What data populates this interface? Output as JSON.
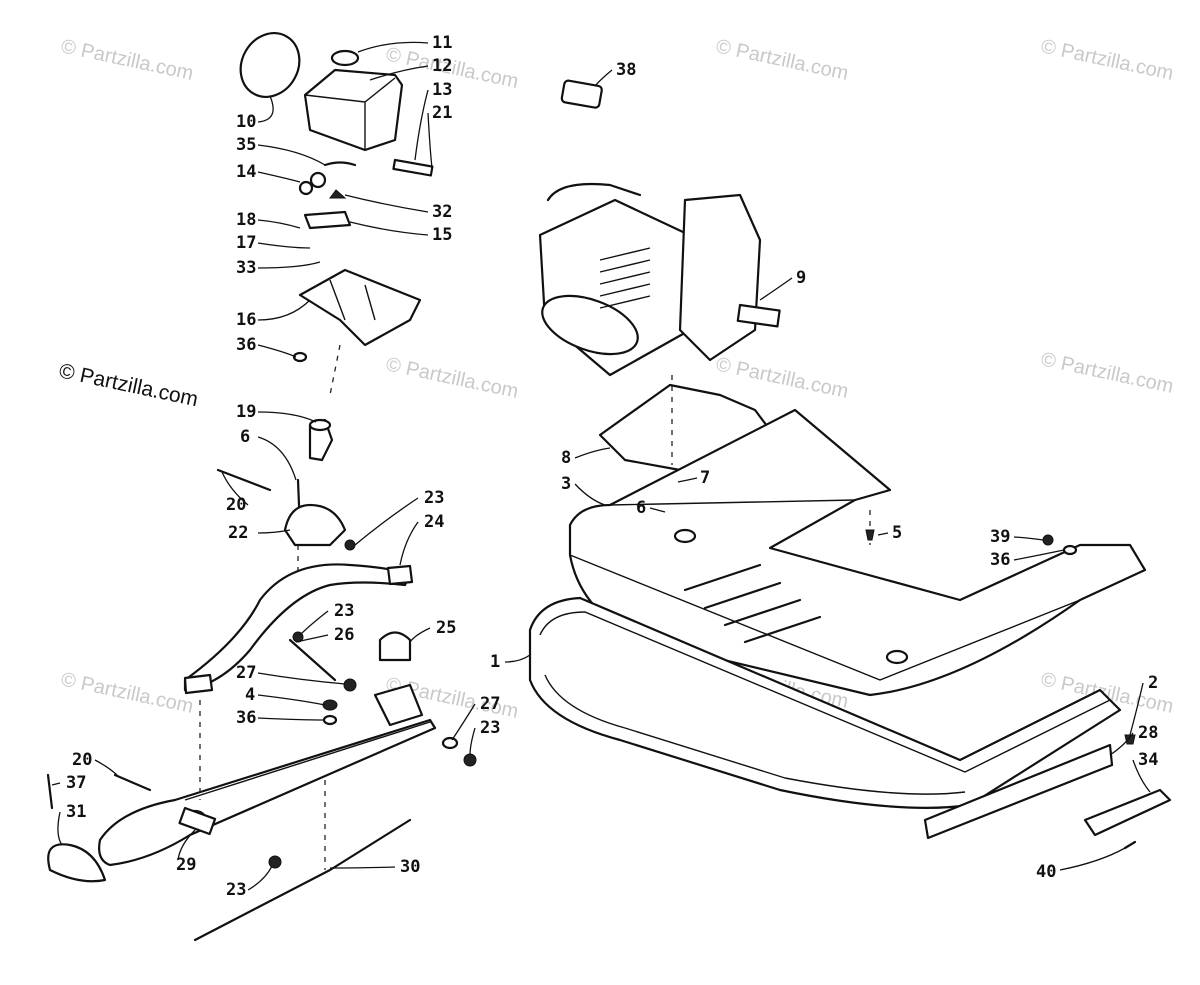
{
  "watermark": {
    "text": "© Partzilla.com",
    "copies": 12
  },
  "callouts": [
    {
      "id": "c11",
      "label": "11"
    },
    {
      "id": "c12",
      "label": "12"
    },
    {
      "id": "c13",
      "label": "13"
    },
    {
      "id": "c21",
      "label": "21"
    },
    {
      "id": "c10",
      "label": "10"
    },
    {
      "id": "c35",
      "label": "35"
    },
    {
      "id": "c14",
      "label": "14"
    },
    {
      "id": "c32",
      "label": "32"
    },
    {
      "id": "c18",
      "label": "18"
    },
    {
      "id": "c15",
      "label": "15"
    },
    {
      "id": "c17",
      "label": "17"
    },
    {
      "id": "c33",
      "label": "33"
    },
    {
      "id": "c16",
      "label": "16"
    },
    {
      "id": "c36a",
      "label": "36"
    },
    {
      "id": "c19",
      "label": "19"
    },
    {
      "id": "c6a",
      "label": "6"
    },
    {
      "id": "c20a",
      "label": "20"
    },
    {
      "id": "c22",
      "label": "22"
    },
    {
      "id": "c23a",
      "label": "23"
    },
    {
      "id": "c24",
      "label": "24"
    },
    {
      "id": "c23b",
      "label": "23"
    },
    {
      "id": "c25",
      "label": "25"
    },
    {
      "id": "c26",
      "label": "26"
    },
    {
      "id": "c27a",
      "label": "27"
    },
    {
      "id": "c4",
      "label": "4"
    },
    {
      "id": "c36b",
      "label": "36"
    },
    {
      "id": "c27b",
      "label": "27"
    },
    {
      "id": "c23c",
      "label": "23"
    },
    {
      "id": "c20b",
      "label": "20"
    },
    {
      "id": "c37",
      "label": "37"
    },
    {
      "id": "c31",
      "label": "31"
    },
    {
      "id": "c29",
      "label": "29"
    },
    {
      "id": "c23d",
      "label": "23"
    },
    {
      "id": "c30",
      "label": "30"
    },
    {
      "id": "c38",
      "label": "38"
    },
    {
      "id": "c9",
      "label": "9"
    },
    {
      "id": "c8",
      "label": "8"
    },
    {
      "id": "c7",
      "label": "7"
    },
    {
      "id": "c3",
      "label": "3"
    },
    {
      "id": "c6b",
      "label": "6"
    },
    {
      "id": "c5",
      "label": "5"
    },
    {
      "id": "c39",
      "label": "39"
    },
    {
      "id": "c36c",
      "label": "36"
    },
    {
      "id": "c1",
      "label": "1"
    },
    {
      "id": "c2",
      "label": "2"
    },
    {
      "id": "c28",
      "label": "28"
    },
    {
      "id": "c34",
      "label": "34"
    },
    {
      "id": "c40",
      "label": "40"
    }
  ]
}
